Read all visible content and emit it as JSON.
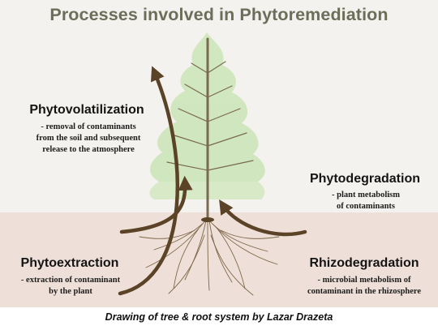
{
  "title": "Processes involved in Phytoremediation",
  "processes": {
    "phytovolatilization": {
      "name": "Phytovolatilization",
      "description": "- removal of contaminants\nfrom the soil and subsequent\nrelease to the atmosphere"
    },
    "phytodegradation": {
      "name": "Phytodegradation",
      "description": "- plant metabolism\nof contaminants"
    },
    "phytoextraction": {
      "name": "Phytoextraction",
      "description": "- extraction of contaminant\nby the plant"
    },
    "rhizodegradation": {
      "name": "Rhizodegradation",
      "description": "- microbial metabolism of\ncontaminant in the rhizosphere"
    }
  },
  "caption": "Drawing of tree & root system by Lazar Drazeta",
  "colors": {
    "title": "#6c6e5a",
    "arrow": "#5a4326",
    "foliage": "#cfe6bd",
    "soil": "#eee0d8",
    "roots": "#6b5230"
  }
}
